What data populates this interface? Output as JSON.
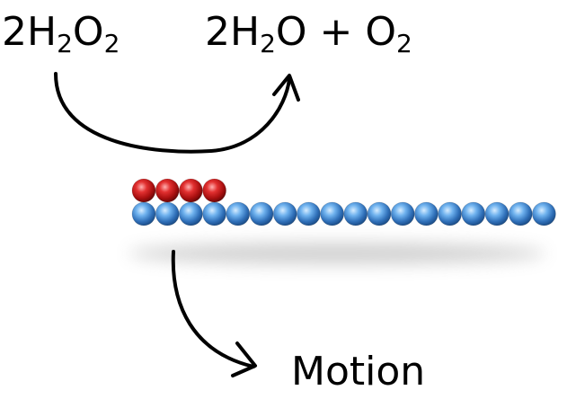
{
  "reaction": {
    "reactant": {
      "coef": "2",
      "el1": "H",
      "sub1": "2",
      "el2": "O",
      "sub2": "2"
    },
    "products": {
      "coef": "2",
      "el1": "H",
      "sub1": "2",
      "el2": "O",
      "plus": " + ",
      "el3": "O",
      "sub3": "2"
    }
  },
  "motion_label": "Motion",
  "rod": {
    "bottom_count": 18,
    "top_count": 4,
    "colors": {
      "bottom": "#3f8fd8",
      "top": "#cc1a1a",
      "arrow": "#000000"
    }
  }
}
